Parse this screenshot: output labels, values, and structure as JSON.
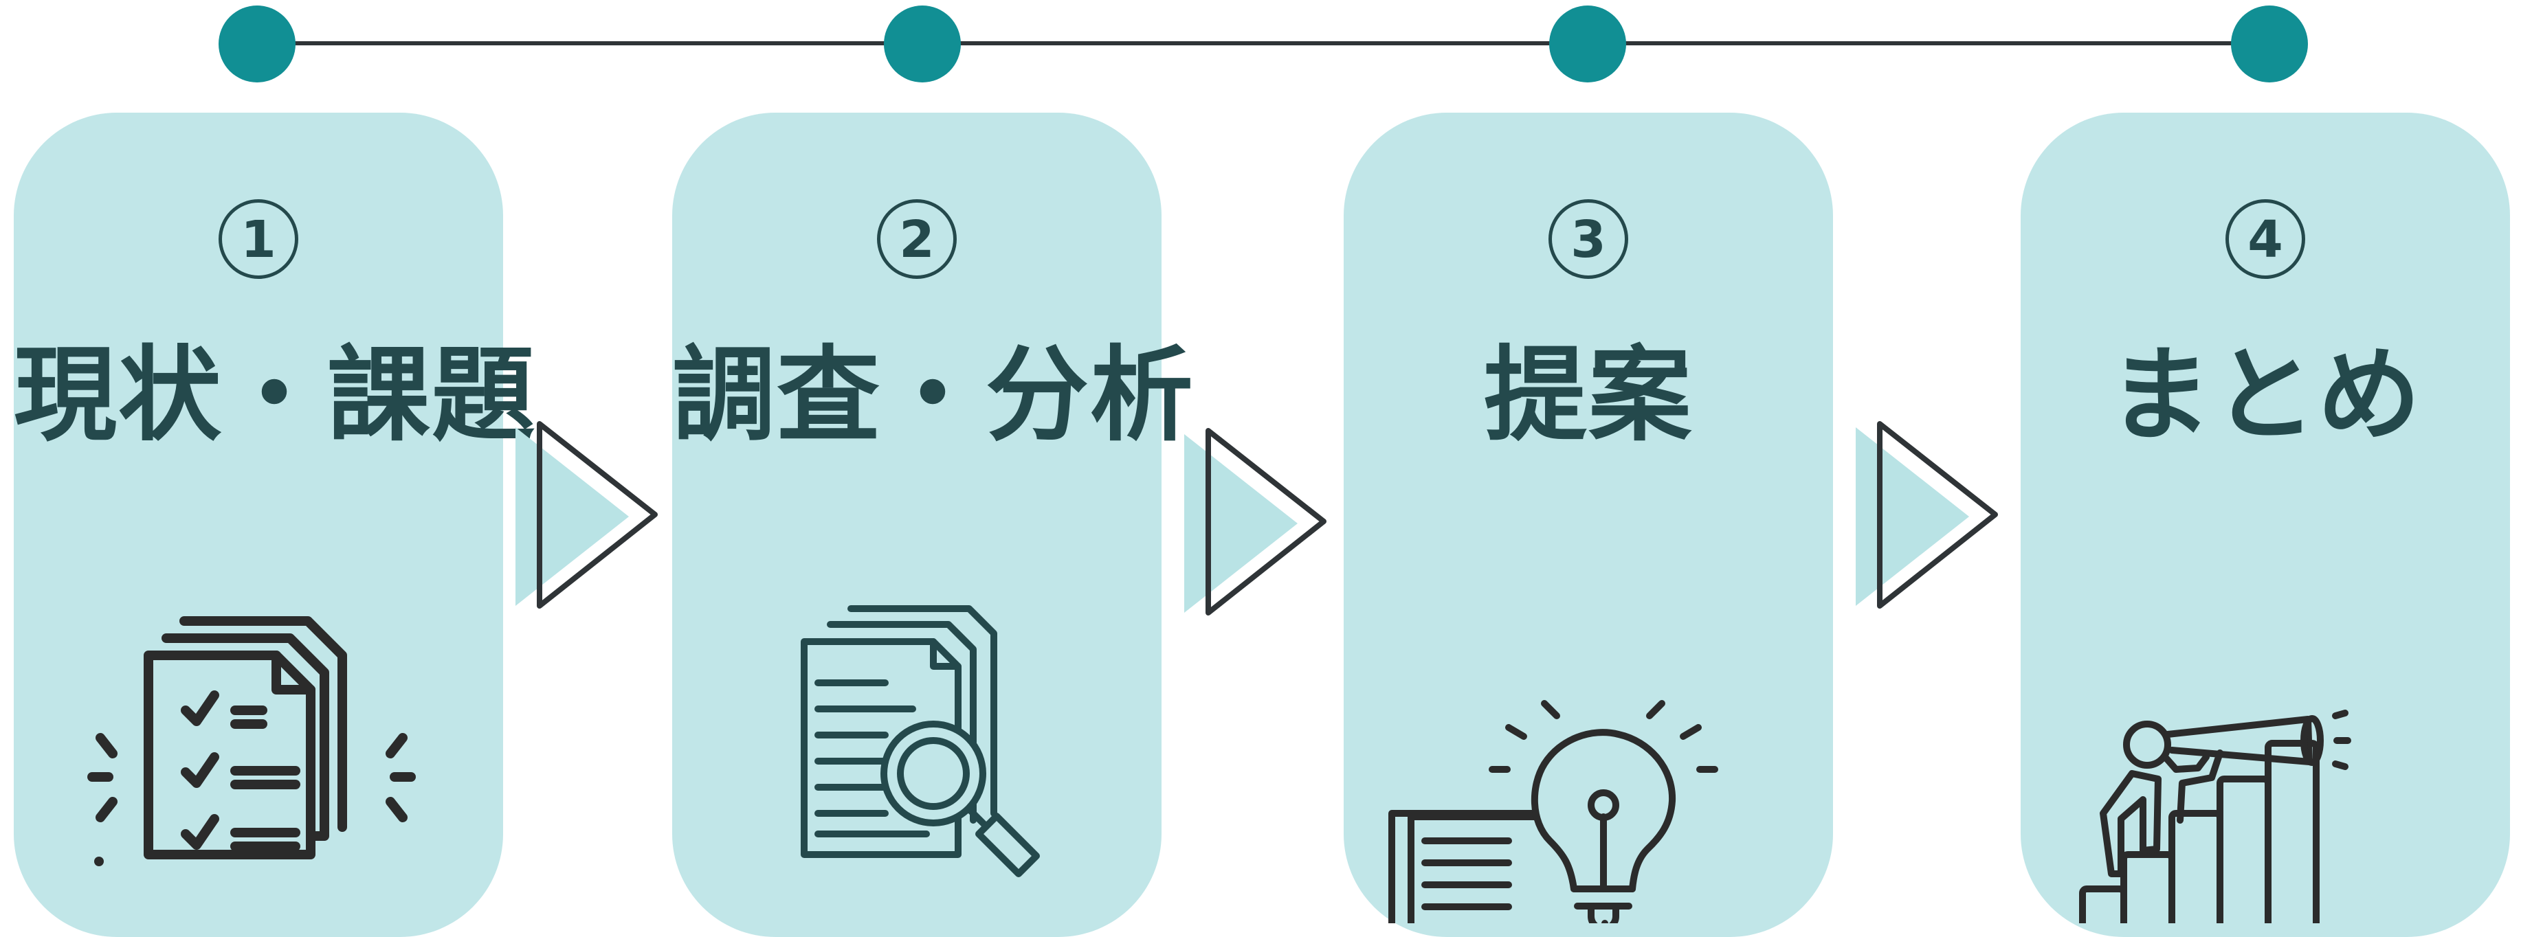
{
  "steps": [
    {
      "number": "1",
      "title": "現状・課題",
      "icon": "checklist-documents-icon"
    },
    {
      "number": "2",
      "title": "調査・分析",
      "icon": "document-magnifier-icon"
    },
    {
      "number": "3",
      "title": "提案",
      "icon": "lightbulb-speech-bubble-icon"
    },
    {
      "number": "4",
      "title": "まとめ",
      "icon": "telescope-growth-chart-icon"
    }
  ],
  "colors": {
    "card": "#c1e6e8",
    "dot": "#118f94",
    "text": "#24494c",
    "line": "#2f3437",
    "arrow_fill": "#b9e3e5"
  }
}
